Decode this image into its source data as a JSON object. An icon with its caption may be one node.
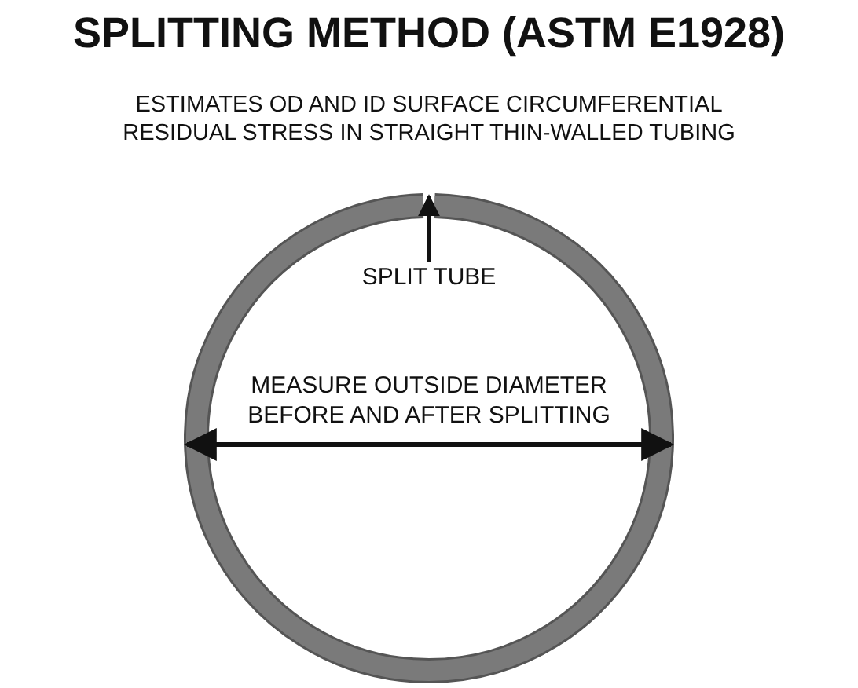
{
  "diagram": {
    "title": "SPLITTING METHOD (ASTM E1928)",
    "nodes": [
      {
        "text": [
          "SPLIT TUBE"
        ],
        "in": 1
      },
      {
        "text": [],
        "shape": "circle"
      }
    ],
    "edges": [
      {
        "from": 0,
        "to": 1,
        "arrow": "to"
      }
    ],
    "labels": [
      "ESTIMATES OD AND ID SURFACE CIRCUMFERENTIAL RESIDUAL STRESS IN STRAIGHT THIN-WALLED TUBING",
      "MEASURE OUTSIDE DIAMETER BEFORE AND AFTER SPLITTING"
    ]
  }
}
